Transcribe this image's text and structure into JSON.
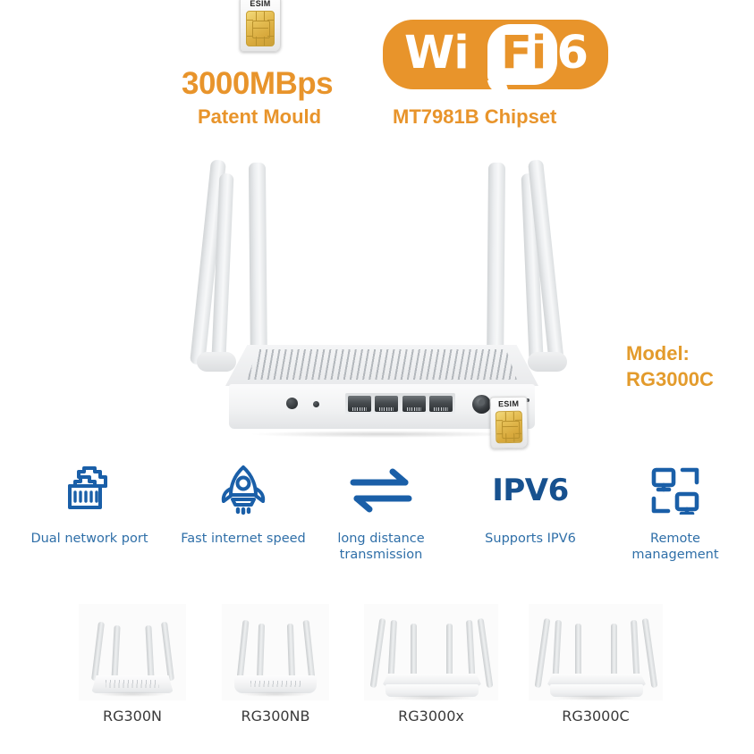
{
  "header": {
    "esim_card": {
      "label": "ESIM",
      "icon": "sim-chip-icon"
    },
    "speed_text": "3000MBps",
    "speed_subtext": "Patent Mould",
    "chipset_text": "MT7981B Chipset",
    "wifi_badge": {
      "wi": "Wi",
      "fi": "Fi",
      "six": "6"
    }
  },
  "product": {
    "model_label": "Model:",
    "model_value": "RG3000C",
    "esim_inserted_label": "ESIM",
    "antenna_count": 6,
    "port_count": 4
  },
  "features": [
    {
      "label": "Dual network port",
      "icon": "ethernet-port-icon"
    },
    {
      "label": "Fast internet speed",
      "icon": "rocket-icon"
    },
    {
      "label": "long distance\ntransmission",
      "label_line1": "long distance",
      "label_line2": "transmission",
      "icon": "two-way-arrows-icon"
    },
    {
      "label": "Supports IPV6",
      "icon": "ipv6-text-icon",
      "icon_text": "IPV6"
    },
    {
      "label": "Remote\nmanagement",
      "label_line1": "Remote",
      "label_line2": "management",
      "icon": "remote-management-icon"
    }
  ],
  "thumbnails": [
    {
      "label": "RG300N",
      "antennas": 4
    },
    {
      "label": "RG300NB",
      "antennas": 4
    },
    {
      "label": "RG3000x",
      "antennas": 6
    },
    {
      "label": "RG3000C",
      "antennas": 6
    }
  ],
  "colors": {
    "brand_orange": "#E8942B",
    "model_orange": "#E39B2C",
    "feature_blue": "#2f6fa8",
    "icon_blue": "#1a5fa8",
    "ipv6_blue": "#17518f",
    "background": "#ffffff"
  }
}
